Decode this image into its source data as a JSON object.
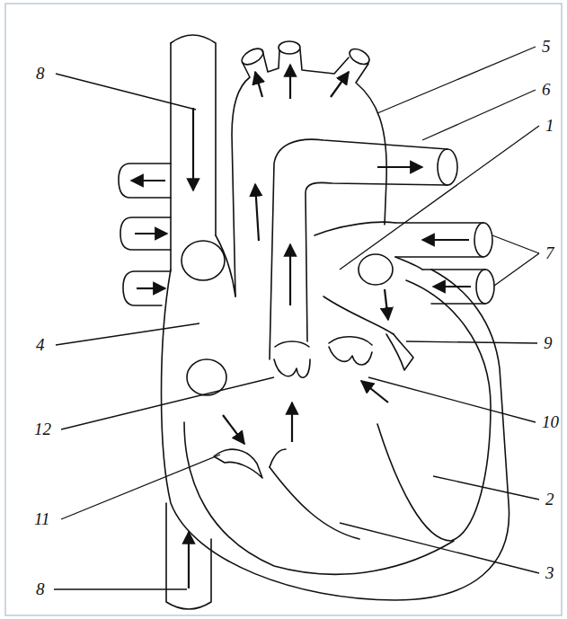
{
  "diagram": {
    "labels": [
      "8",
      "5",
      "6",
      "1",
      "7",
      "4",
      "9",
      "12",
      "10",
      "11",
      "2",
      "3",
      "8"
    ]
  }
}
